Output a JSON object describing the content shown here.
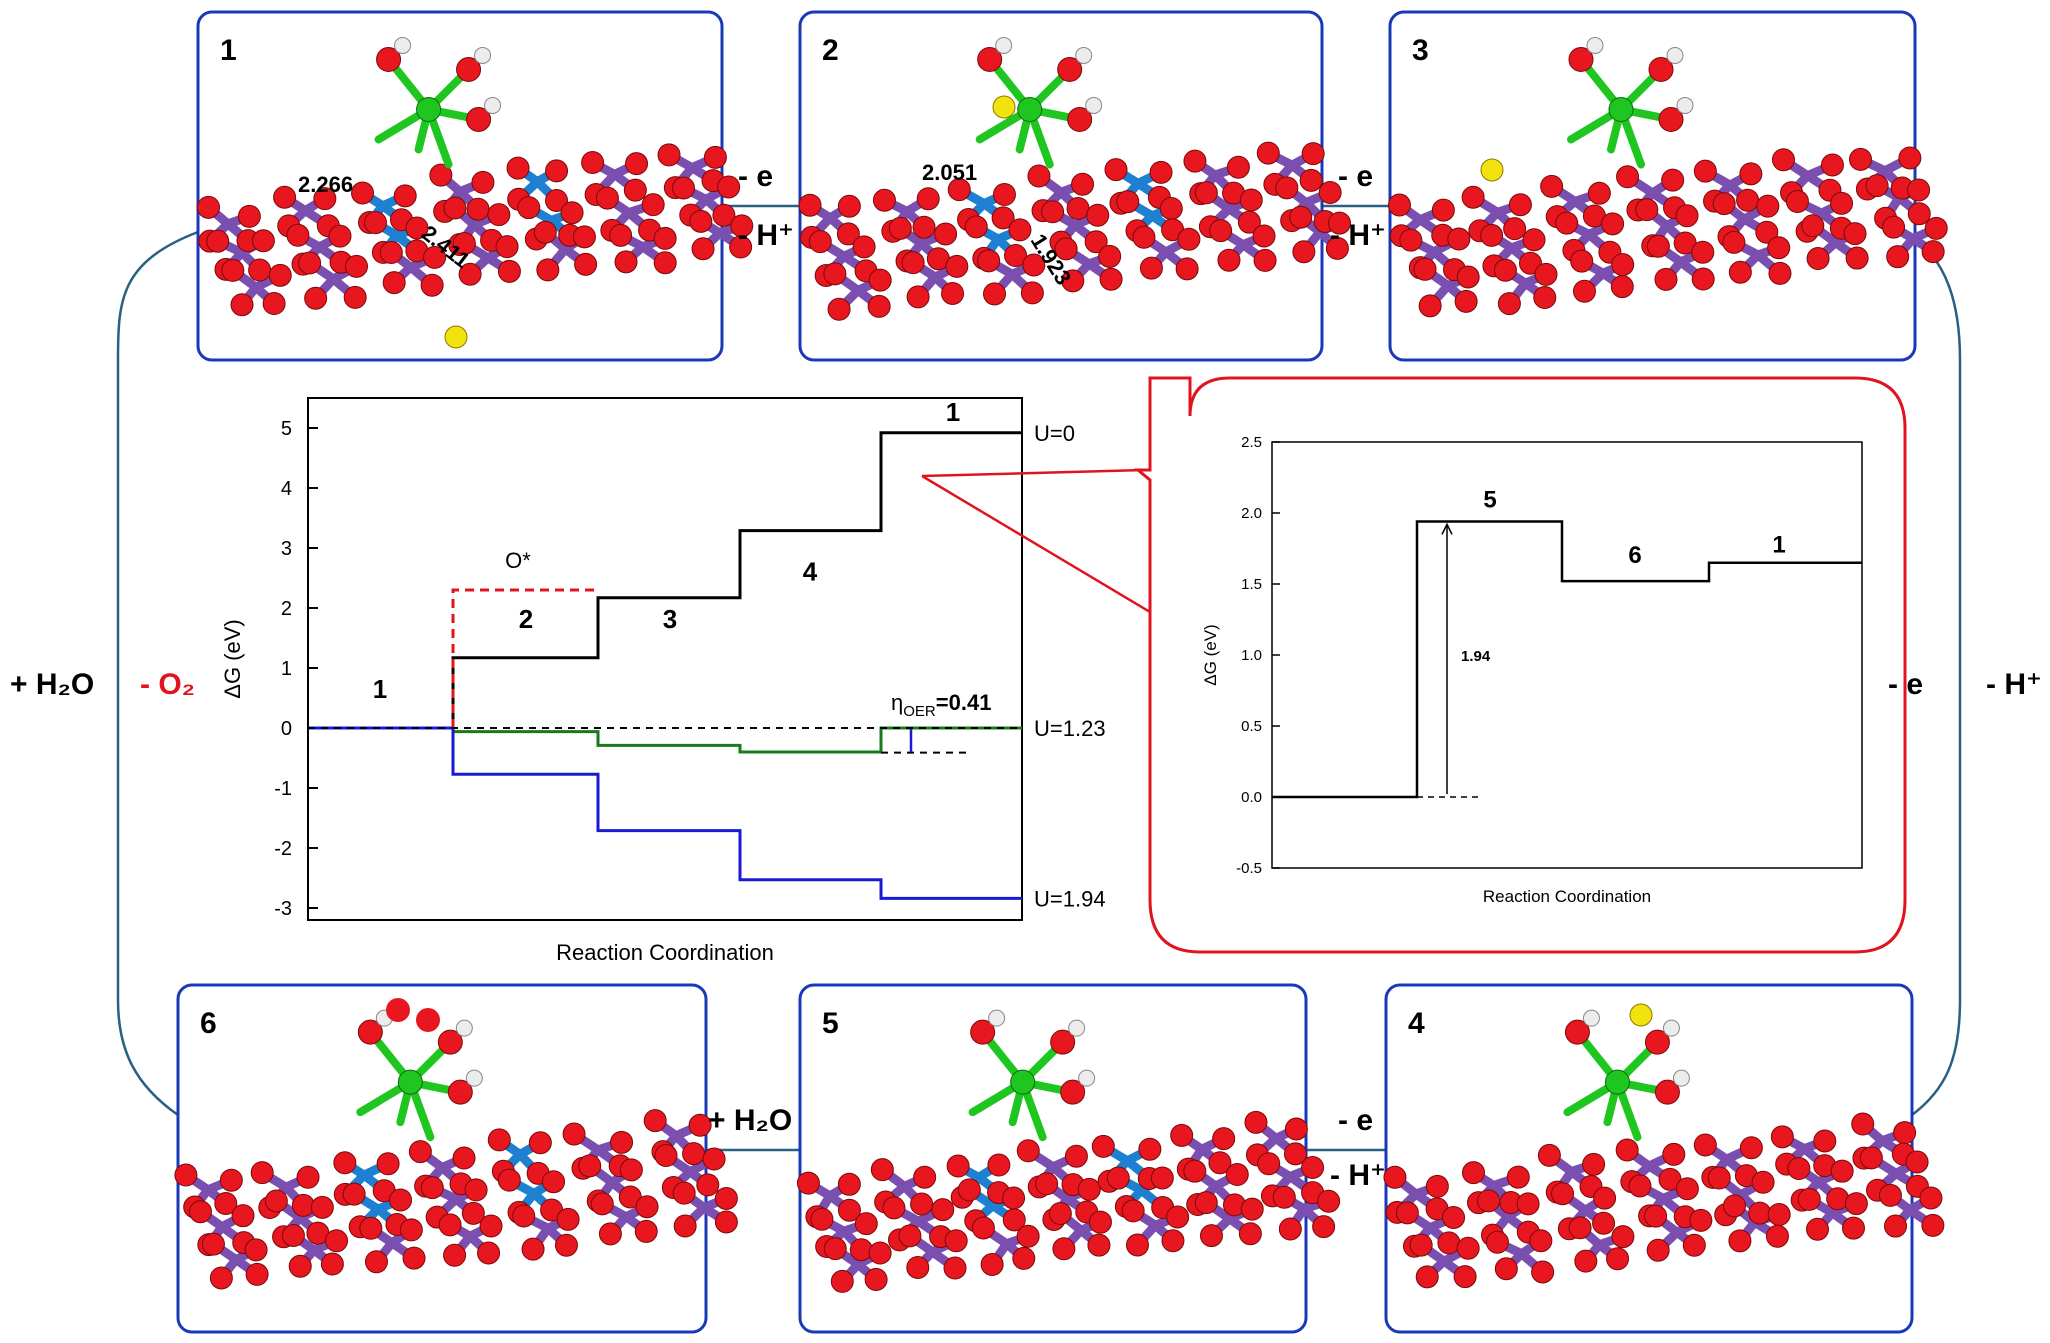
{
  "panels": [
    {
      "id": "1",
      "label": "1",
      "distances": [
        "2.266",
        "2.411"
      ]
    },
    {
      "id": "2",
      "label": "2",
      "distances": [
        "2.051",
        "1.923"
      ]
    },
    {
      "id": "3",
      "label": "3",
      "distances": []
    },
    {
      "id": "4",
      "label": "4",
      "distances": []
    },
    {
      "id": "5",
      "label": "5",
      "distances": []
    },
    {
      "id": "6",
      "label": "6",
      "distances": []
    }
  ],
  "arrows": {
    "p1_p2": {
      "top": "- e",
      "bottom": "- H⁺"
    },
    "p2_p3": {
      "top": "- e",
      "bottom": "- H⁺"
    },
    "p3_p4": {
      "left": "- e",
      "right": "- H⁺"
    },
    "p4_p5": {
      "top": "- e",
      "bottom": "- H⁺"
    },
    "p5_p6": {
      "label": "+ H₂O"
    },
    "p6_p1": {
      "left": "+ H₂O",
      "right": "- O₂"
    }
  },
  "colors": {
    "frame": "#1a39b8",
    "cycle": "#2a5f86",
    "inset_frame": "#e0141e",
    "oxygen": "#e8161e",
    "hydrogen": "#ececec",
    "sulfur": "#f2e20e",
    "cobalt": "#7a4fb0",
    "manganese": "#1f7fd1",
    "metal_center": "#1fc61f",
    "series_u0": "#000000",
    "series_u123": "#1a7a1a",
    "series_u194": "#1a1ad6",
    "series_ostar": "#e0141e"
  },
  "chart_data": [
    {
      "type": "line",
      "step": true,
      "xlabel": "Reaction Coordination",
      "ylabel": "ΔG (eV)",
      "ylim": [
        -3.2,
        5.5
      ],
      "yticks": [
        "5",
        "4",
        "3",
        "2",
        "1",
        "0",
        "-1",
        "-2",
        "-3"
      ],
      "categories": [
        "1",
        "2",
        "3",
        "4",
        "1"
      ],
      "state_labels": [
        "1",
        "2",
        "3",
        "4",
        "1"
      ],
      "series": [
        {
          "name": "U=0",
          "values": [
            0,
            1.17,
            2.17,
            3.29,
            4.92
          ]
        },
        {
          "name": "U=1.23",
          "values": [
            0,
            -0.06,
            -0.29,
            -0.4,
            0.0
          ]
        },
        {
          "name": "U=1.94",
          "values": [
            0,
            -0.77,
            -1.71,
            -2.53,
            -2.84
          ]
        },
        {
          "name": "O*",
          "values": [
            0,
            2.3
          ]
        }
      ],
      "annotation": {
        "text": "η",
        "sub": "OER",
        "value": "=0.41"
      }
    },
    {
      "type": "line",
      "step": true,
      "xlabel": "Reaction Coordination",
      "ylabel": "ΔG (eV)",
      "ylim": [
        -0.5,
        2.5
      ],
      "yticks": [
        "2.5",
        "2.0",
        "1.5",
        "1.0",
        "0.5",
        "0.0",
        "-0.5"
      ],
      "state_labels": [
        "5",
        "6",
        "1"
      ],
      "series": [
        {
          "values": [
            0.0,
            1.94,
            1.52,
            1.65
          ]
        }
      ],
      "annotation": "1.94"
    }
  ]
}
